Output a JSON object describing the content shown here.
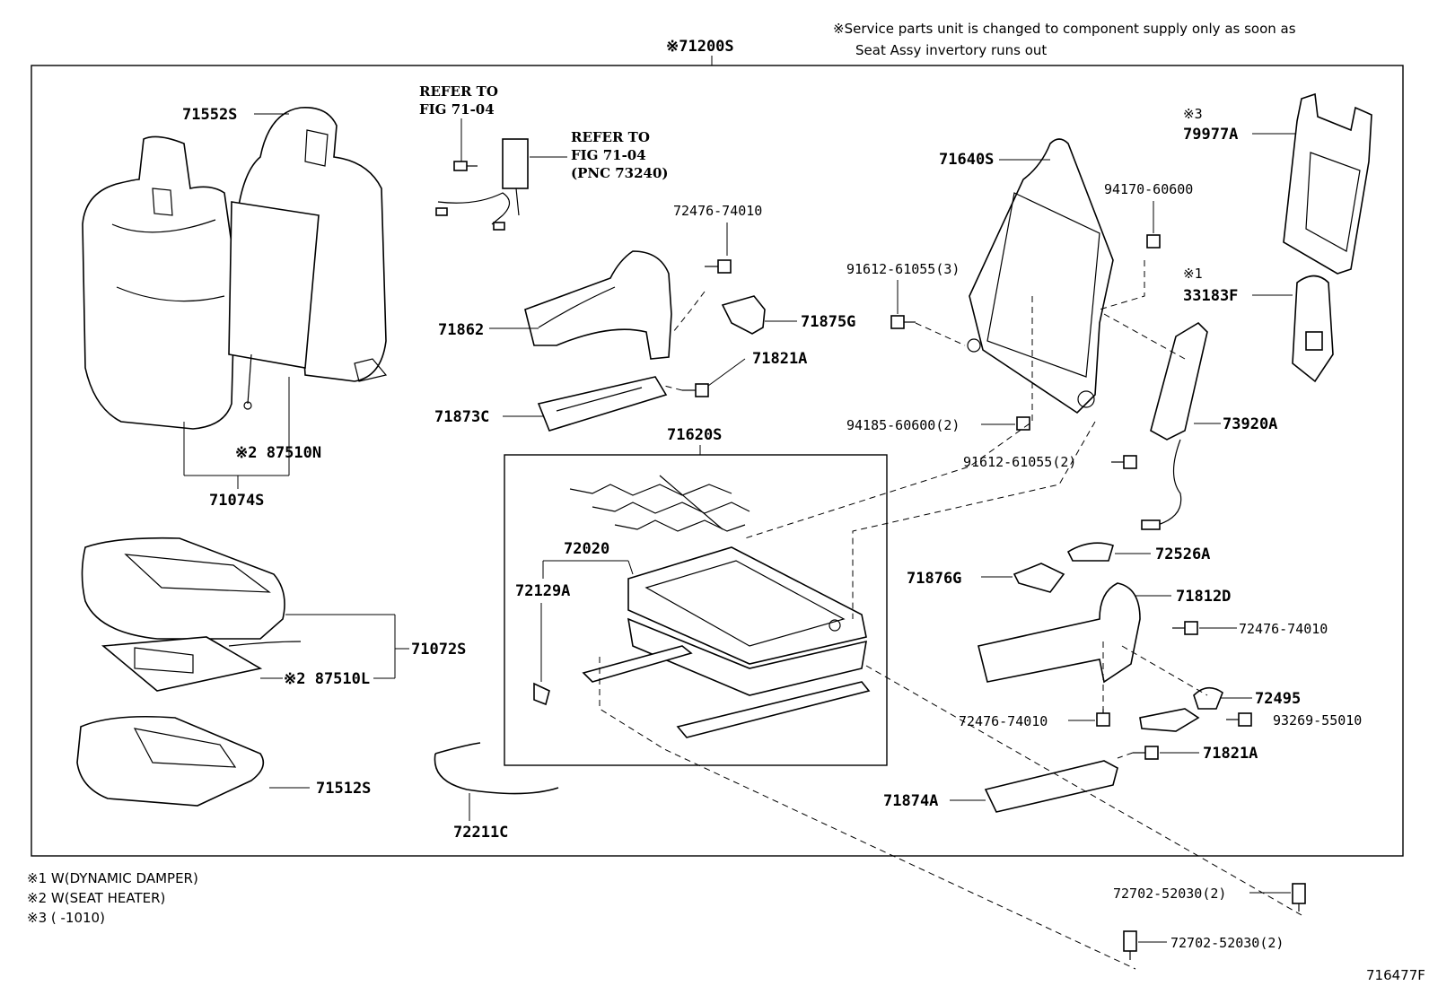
{
  "header_note": {
    "line1": "※Service parts unit is changed to component supply only as soon as",
    "line2": "Seat Assy invertory runs out"
  },
  "assembly_label": "※71200S",
  "refer_1": {
    "line1": "REFER TO",
    "line2": "FIG 71-04"
  },
  "refer_2": {
    "line1": "REFER TO",
    "line2": "FIG 71-04",
    "line3": "(PNC 73240)"
  },
  "labels": {
    "p71552S": "71552S",
    "p87510N": "※2 87510N",
    "p71074S": "71074S",
    "p72476_74010_a": "72476-74010",
    "p71862": "71862",
    "p71875G": "71875G",
    "p71821A_a": "71821A",
    "p71873C": "71873C",
    "p71620S": "71620S",
    "p72020": "72020",
    "p72129A": "72129A",
    "p71072S": "71072S",
    "p87510L": "※2 87510L",
    "p71512S": "71512S",
    "p72211C": "72211C",
    "p71640S": "71640S",
    "p94170_60600": "94170-60600",
    "p91612_61055_3": "91612-61055(3)",
    "p94185_60600_2": "94185-60600(2)",
    "p91612_61055_2": "91612-61055(2)",
    "p79977A_mark": "※3",
    "p79977A": "79977A",
    "p33183F_mark": "※1",
    "p33183F": "33183F",
    "p73920A": "73920A",
    "p72526A": "72526A",
    "p71876G": "71876G",
    "p71812D": "71812D",
    "p72476_74010_b": "72476-74010",
    "p72495": "72495",
    "p72476_74010_c": "72476-74010",
    "p93269_55010": "93269-55010",
    "p71821A_b": "71821A",
    "p71874A": "71874A",
    "p72702_52030_a": "72702-52030(2)",
    "p72702_52030_b": "72702-52030(2)"
  },
  "legend": {
    "item1": "※1  W(DYNAMIC  DAMPER)",
    "item2": "※2  W(SEAT HEATER)",
    "item3": "※3  (      -1010)"
  },
  "figure_code": "716477F"
}
